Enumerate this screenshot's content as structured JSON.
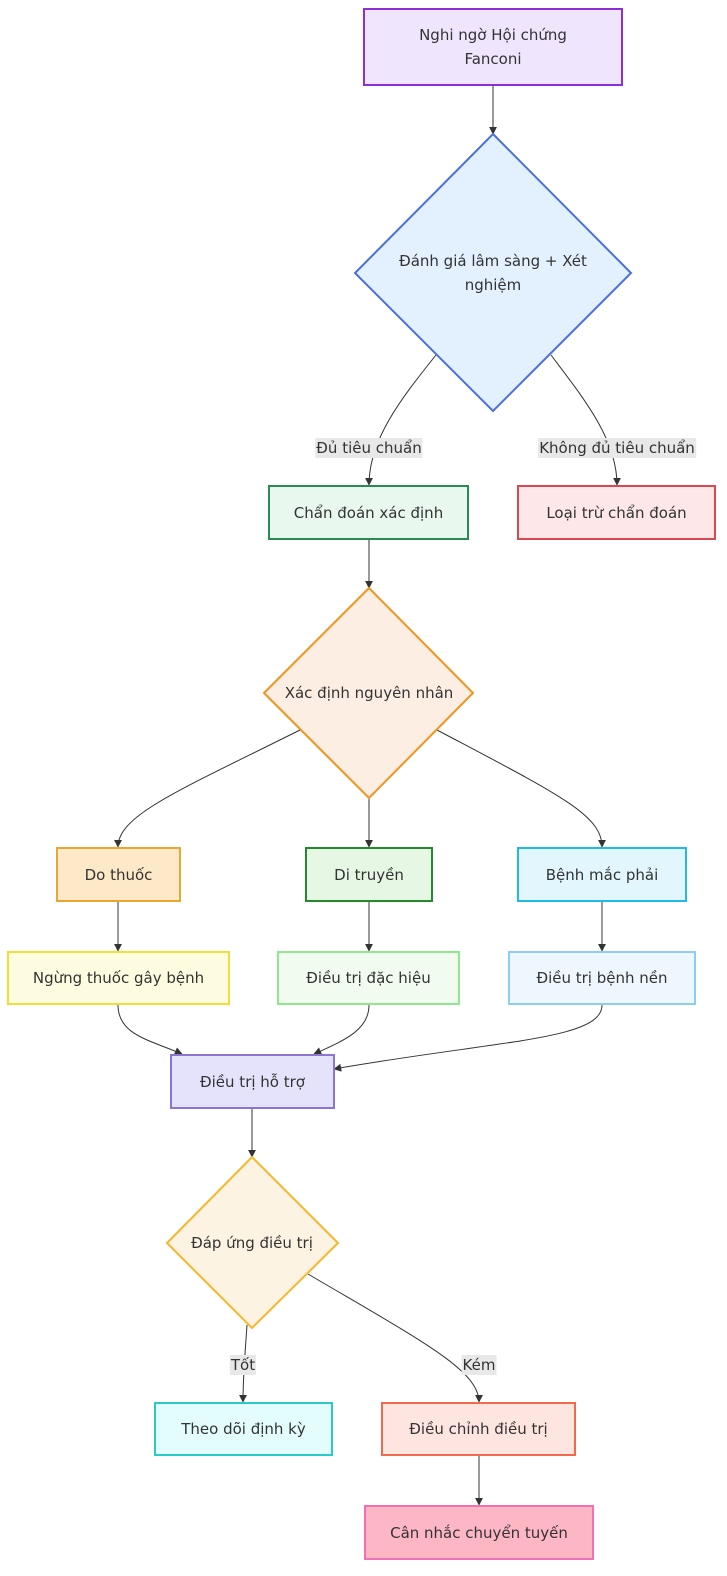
{
  "nodes": {
    "start": "Nghi ngờ Hội chứng Fanconi",
    "assess": "Đánh giá lâm sàng + Xét nghiệm",
    "confirmed": "Chẩn đoán xác định",
    "excluded": "Loại trừ chẩn đoán",
    "cause": "Xác định nguyên nhân",
    "drug": "Do thuốc",
    "genetic": "Di truyền",
    "acquired": "Bệnh mắc phải",
    "stop_drug": "Ngừng thuốc gây bệnh",
    "specific": "Điều trị đặc hiệu",
    "underlying": "Điều trị bệnh nền",
    "supportive": "Điều trị hỗ trợ",
    "response": "Đáp ứng điều trị",
    "monitor": "Theo dõi định kỳ",
    "adjust": "Điều chỉnh điều trị",
    "referral": "Cân nhắc chuyển tuyến"
  },
  "edge_labels": {
    "meets": "Đủ tiêu chuẩn",
    "not_meets": "Không đủ tiêu chuẩn",
    "good": "Tốt",
    "poor": "Kém"
  },
  "colors": {
    "start": {
      "fill": "#efe5fd",
      "stroke": "#8d2fd6"
    },
    "assess": {
      "fill": "#e3f0fd",
      "stroke": "#4a6fde"
    },
    "confirmed": {
      "fill": "#e9f8ef",
      "stroke": "#2a8a55"
    },
    "excluded": {
      "fill": "#fde7e9",
      "stroke": "#d9474f"
    },
    "cause": {
      "fill": "#fdeee4",
      "stroke": "#f5921c"
    },
    "drug": {
      "fill": "#fde8c8",
      "stroke": "#eaa632"
    },
    "genetic": {
      "fill": "#e6f8e4",
      "stroke": "#238a2e"
    },
    "acquired": {
      "fill": "#e1f6fd",
      "stroke": "#22b9e4"
    },
    "stop_drug": {
      "fill": "#fefce0",
      "stroke": "#f1de39"
    },
    "specific": {
      "fill": "#f1fbef",
      "stroke": "#8ee98a"
    },
    "underlying": {
      "fill": "#eef6fe",
      "stroke": "#8ccdf6"
    },
    "supportive": {
      "fill": "#e5e3fb",
      "stroke": "#8c73d4"
    },
    "response": {
      "fill": "#fdf3e3",
      "stroke": "#f8b62b"
    },
    "monitor": {
      "fill": "#e3fdfd",
      "stroke": "#2bcac8"
    },
    "adjust": {
      "fill": "#fee5e0",
      "stroke": "#f26a4e"
    },
    "referral": {
      "fill": "#fdb6c4",
      "stroke": "#f16fb5"
    }
  }
}
